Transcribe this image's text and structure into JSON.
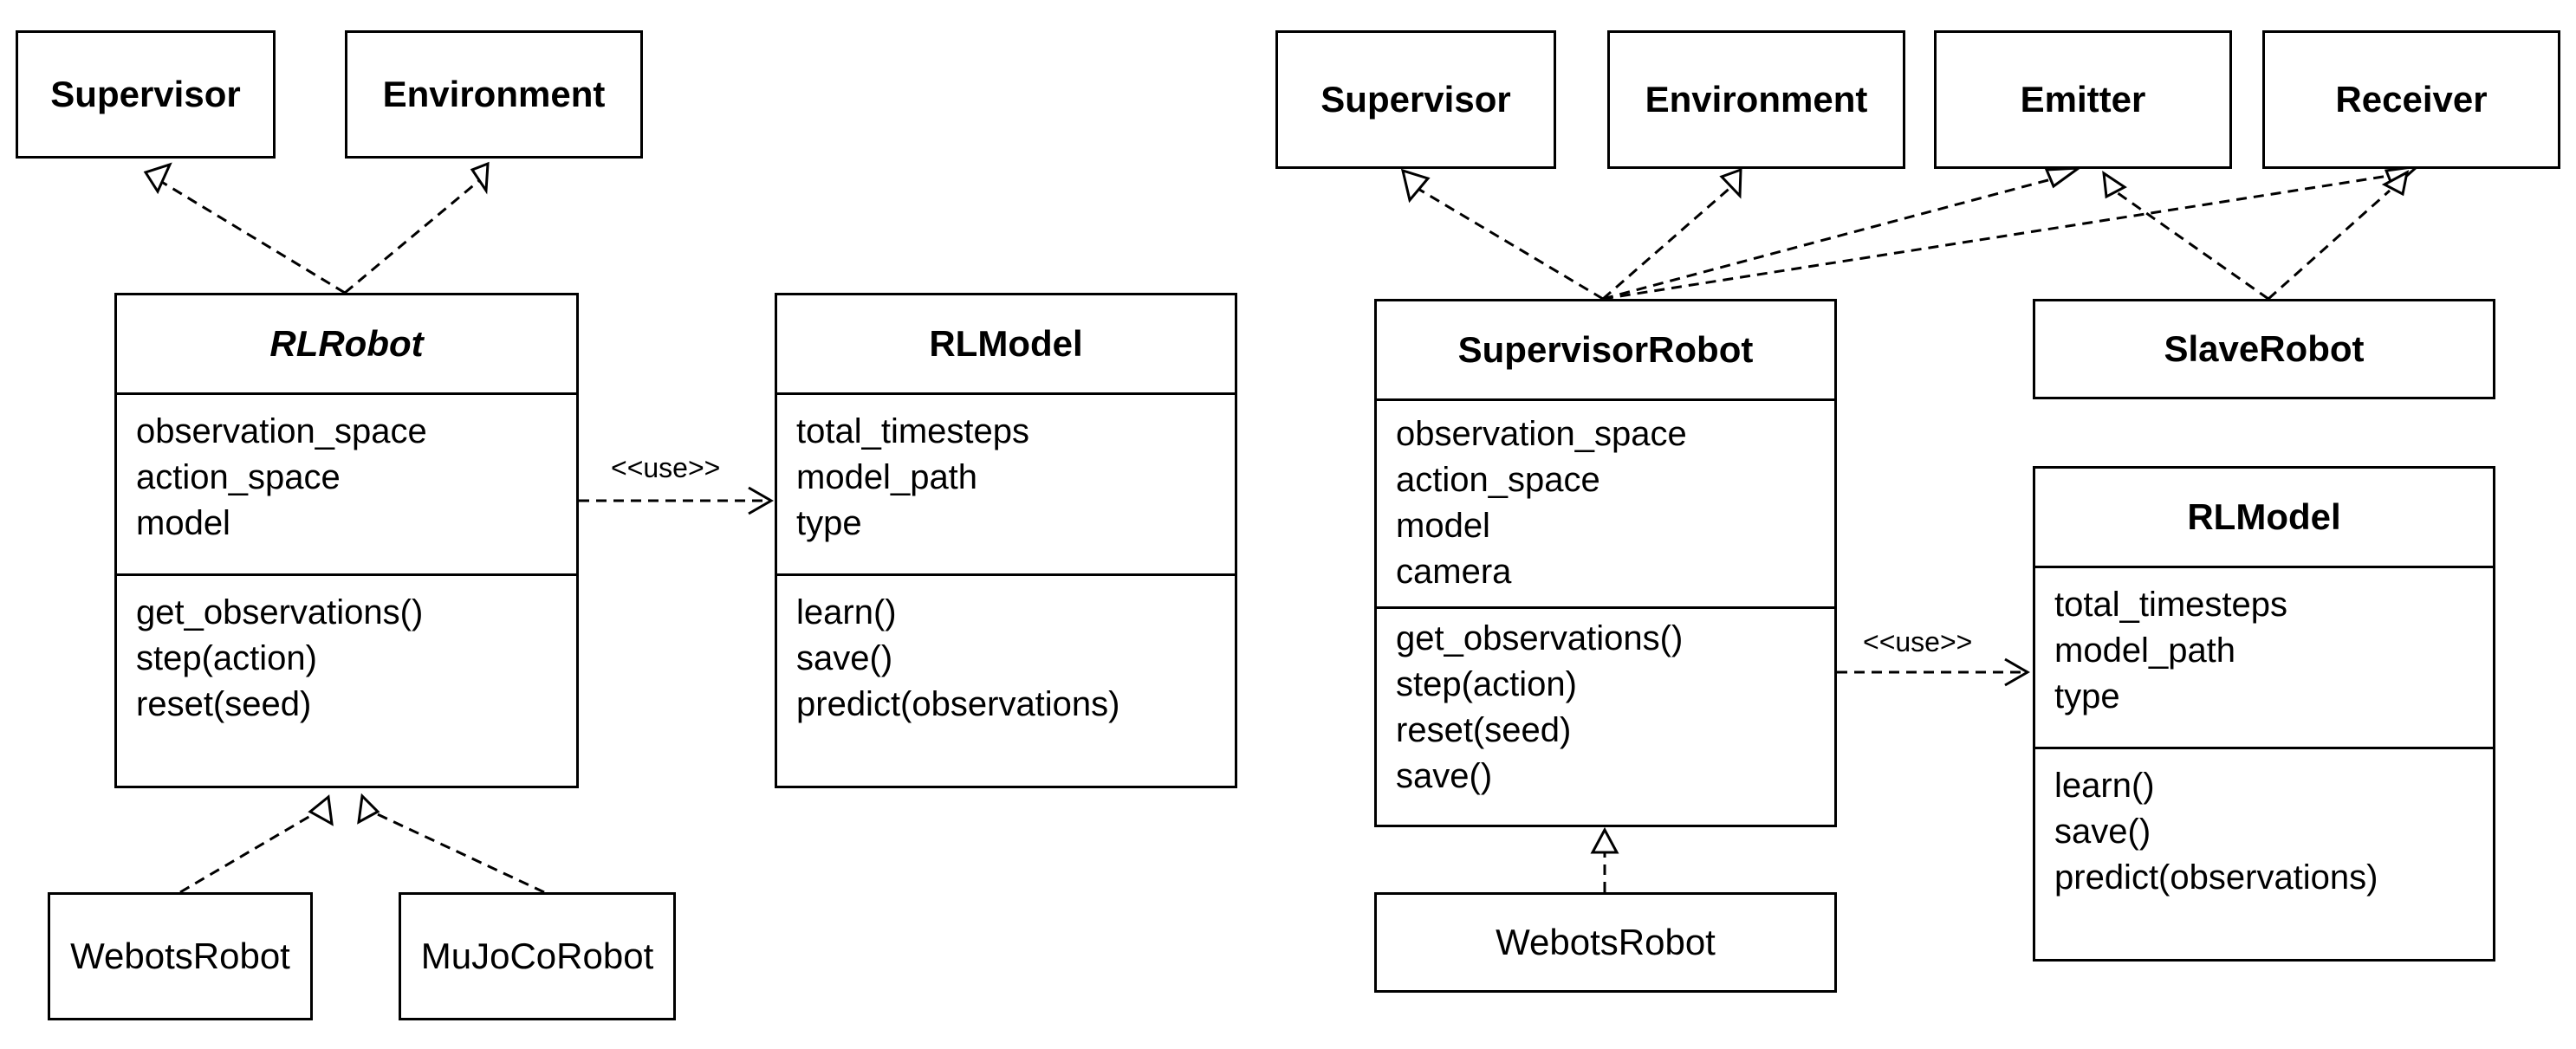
{
  "left_diagram": {
    "supervisor": "Supervisor",
    "environment": "Environment",
    "rlrobot": {
      "name": "RLRobot",
      "attributes": [
        "observation_space",
        "action_space",
        "model"
      ],
      "methods": [
        "get_observations()",
        "step(action)",
        "reset(seed)"
      ]
    },
    "rlmodel": {
      "name": "RLModel",
      "attributes": [
        "total_timesteps",
        "model_path",
        "type"
      ],
      "methods": [
        "learn()",
        "save()",
        "predict(observations)"
      ]
    },
    "webots": "WebotsRobot",
    "mujoco": "MuJoCoRobot",
    "use_label": "<<use>>"
  },
  "right_diagram": {
    "supervisor": "Supervisor",
    "environment": "Environment",
    "emitter": "Emitter",
    "receiver": "Receiver",
    "supervisor_robot": {
      "name": "SupervisorRobot",
      "attributes": [
        "observation_space",
        "action_space",
        "model",
        "camera"
      ],
      "methods": [
        "get_observations()",
        "step(action)",
        "reset(seed)",
        "save()"
      ]
    },
    "slave": "SlaveRobot",
    "rlmodel": {
      "name": "RLModel",
      "attributes": [
        "total_timesteps",
        "model_path",
        "type"
      ],
      "methods": [
        "learn()",
        "save()",
        "predict(observations)"
      ]
    },
    "webots": "WebotsRobot",
    "use_label": "<<use>>"
  }
}
